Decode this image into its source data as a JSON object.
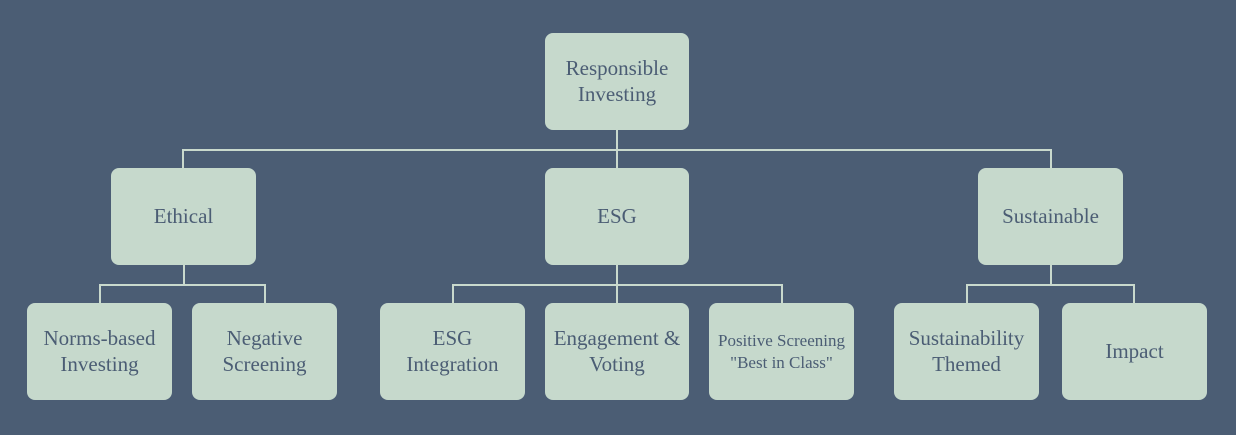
{
  "root": {
    "label": "Responsible Investing"
  },
  "branches": [
    {
      "label": "Ethical",
      "children": [
        "Norms-based Investing",
        "Negative Screening"
      ]
    },
    {
      "label": "ESG",
      "children": [
        "ESG Integration",
        "Engagement & Voting",
        "Positive Screening \"Best in Class\""
      ]
    },
    {
      "label": "Sustainable",
      "children": [
        "Sustainability Themed",
        "Impact"
      ]
    }
  ],
  "colors": {
    "background": "#4b5d74",
    "node_fill": "#c6d9cc",
    "node_text": "#4b5d74",
    "connector": "#c9d9cd"
  }
}
